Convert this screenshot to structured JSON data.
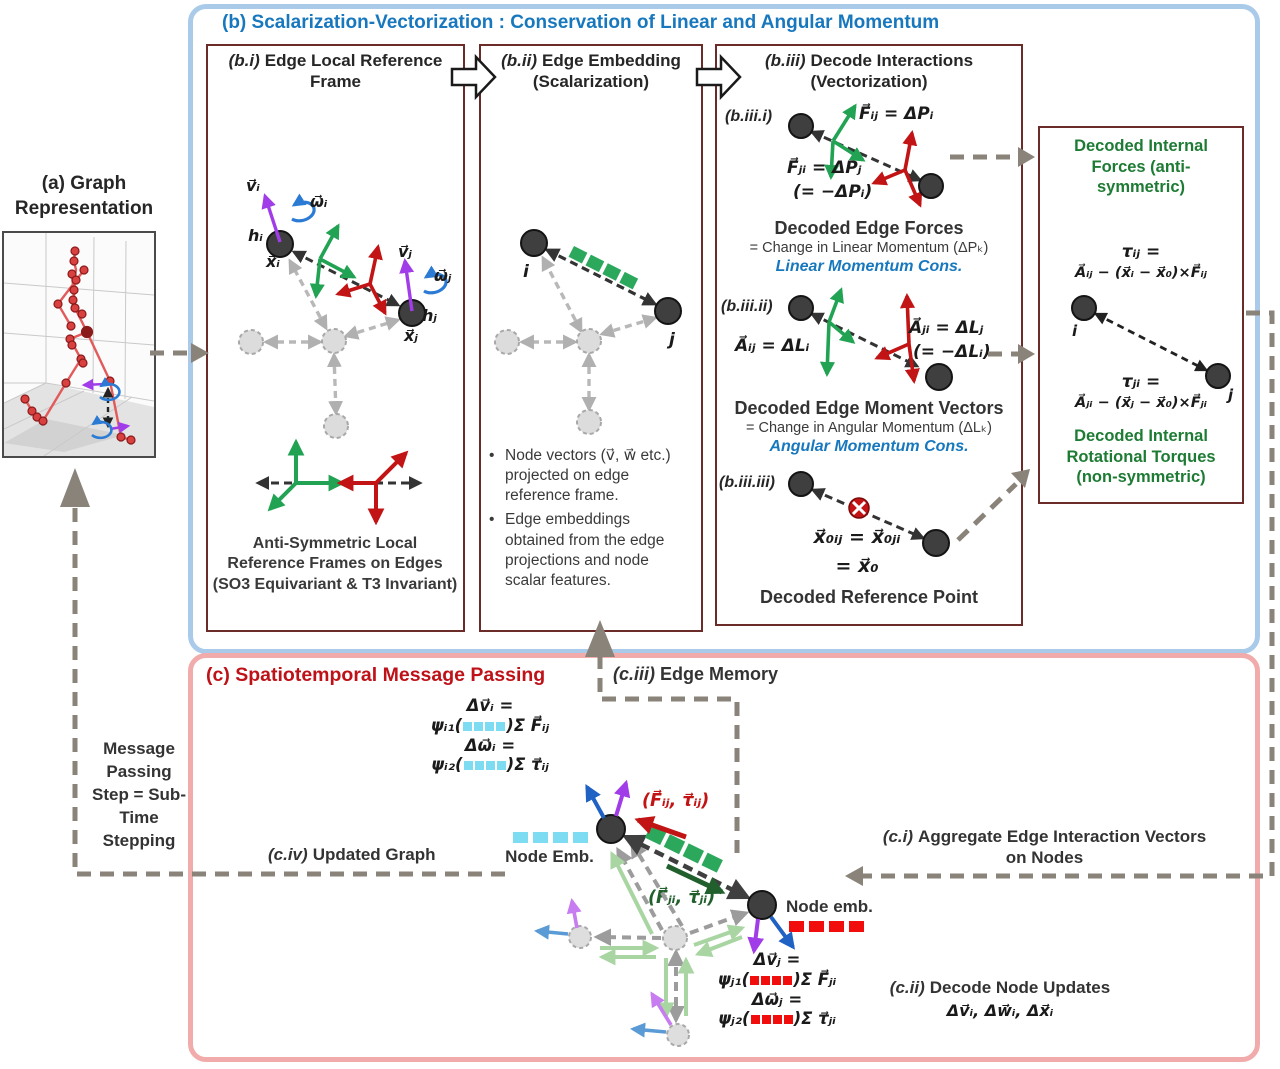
{
  "colors": {
    "blue_title": "#1878BE",
    "blue_border": "#A9CBE9",
    "pink_border": "#F2ABAB",
    "red_title": "#BE1218",
    "maroon_border": "#6B2B28",
    "green_text": "#1E7B34",
    "green_frame": "#21A353",
    "red_frame": "#C21414",
    "dark_green": "#215F2C",
    "purple": "#A13DE8",
    "blue_arrow": "#2062C4",
    "cyan_embedding": "#7EDCF2",
    "red_embedding": "#F20D0D",
    "green_embedding": "#2BA85C",
    "gray_dash": "#8A837A"
  },
  "panel_a": {
    "title": "(a) Graph Representation"
  },
  "left_flow": {
    "message_passing": "Message Passing Step = Sub-Time Stepping",
    "updated_tag": "(c.iv)",
    "updated_text": "Updated Graph"
  },
  "panel_b": {
    "title": "(b) Scalarization-Vectorization : Conservation of Linear and Angular Momentum",
    "bi": {
      "tag": "(b.i)",
      "title": "Edge Local Reference Frame",
      "labels": {
        "vi": "v⃗ᵢ",
        "wi": "ω⃗ᵢ",
        "hi": "hᵢ",
        "xi": "x⃗ᵢ",
        "vj": "v⃗ⱼ",
        "wj": "ω⃗ⱼ",
        "hj": "hⱼ",
        "xj": "x⃗ⱼ"
      },
      "caption": "Anti-Symmetric Local Reference Frames on Edges (SO3 Equivariant & T3 Invariant)"
    },
    "bii": {
      "tag": "(b.ii)",
      "title": "Edge Embedding (Scalarization)",
      "node_i": "i",
      "node_j": "j",
      "bullet1": "Node vectors (v⃗, w⃗ etc.) projected on edge reference frame.",
      "bullet2": "Edge embeddings obtained from the edge projections and node scalar features."
    },
    "biii": {
      "tag": "(b.iii)",
      "title": "Decode Interactions (Vectorization)",
      "sub1": {
        "tag": "(b.iii.i)",
        "eq1": "F⃗ᵢⱼ = ΔPᵢ",
        "eq2": "F⃗ⱼᵢ = ΔPⱼ",
        "eq3": "(= −ΔPᵢ)",
        "cap1": "Decoded Edge Forces",
        "cap2": "= Change in Linear Momentum (ΔPₖ)",
        "cap3": "Linear Momentum Cons."
      },
      "sub2": {
        "tag": "(b.iii.ii)",
        "eq1": "A⃗ᵢⱼ = ΔLᵢ",
        "eq2": "A⃗ⱼᵢ = ΔLⱼ",
        "eq3": "(= −ΔLᵢ)",
        "cap1": "Decoded Edge Moment Vectors",
        "cap2": "= Change in Angular Momentum (ΔLₖ)",
        "cap3": "Angular Momentum Cons."
      },
      "sub3": {
        "tag": "(b.iii.iii)",
        "eq1": "x⃗₀ᵢⱼ = x⃗₀ⱼᵢ",
        "eq2": "= x⃗₀",
        "cap1": "Decoded Reference Point"
      }
    },
    "decoded_panel": {
      "forces_title": "Decoded Internal Forces (anti-symmetric)",
      "tau_ij_lhs": "τᵢⱼ =",
      "tau_ij_rhs": "A⃗ᵢⱼ − (x⃗ᵢ − x⃗₀)×F⃗ᵢⱼ",
      "node_i": "i",
      "node_j": "j",
      "tau_ji_lhs": "τⱼᵢ =",
      "tau_ji_rhs": "A⃗ⱼᵢ − (x⃗ⱼ − x⃗₀)×F⃗ⱼᵢ",
      "torques_title": "Decoded Internal Rotational Torques (non-symmetric)"
    }
  },
  "panel_c": {
    "title": "(c) Spatiotemporal Message Passing",
    "edge_memory_tag": "(c.iii)",
    "edge_memory_text": "Edge Memory",
    "aggregate_tag": "(c.i)",
    "aggregate_text": "Aggregate Edge Interaction Vectors on Nodes",
    "decode_tag": "(c.ii)",
    "decode_text": "Decode Node Updates",
    "decode_eq": "Δv⃗ᵢ, Δw⃗ᵢ, Δx⃗ᵢ",
    "node_emb_i": "Node Emb.",
    "node_emb_j": "Node emb.",
    "edge_label_ij": "(F⃗ᵢⱼ, τ⃗ᵢⱼ)",
    "edge_label_ji": "(F⃗ⱼᵢ, τ⃗ⱼᵢ)",
    "eq_i": {
      "l1": "Δv⃗ᵢ =",
      "l2a": "ψᵢ₁(",
      "l2b": ")Σ F⃗ᵢⱼ",
      "l3": "Δω⃗ᵢ =",
      "l4a": "ψᵢ₂(",
      "l4b": ")Σ τ⃗ᵢⱼ"
    },
    "eq_j": {
      "l1": "Δv⃗ⱼ =",
      "l2a": "ψⱼ₁(",
      "l2b": ")Σ F⃗ⱼᵢ",
      "l3": "Δω⃗ⱼ =",
      "l4a": "ψⱼ₂(",
      "l4b": ")Σ τ⃗ⱼᵢ"
    }
  }
}
